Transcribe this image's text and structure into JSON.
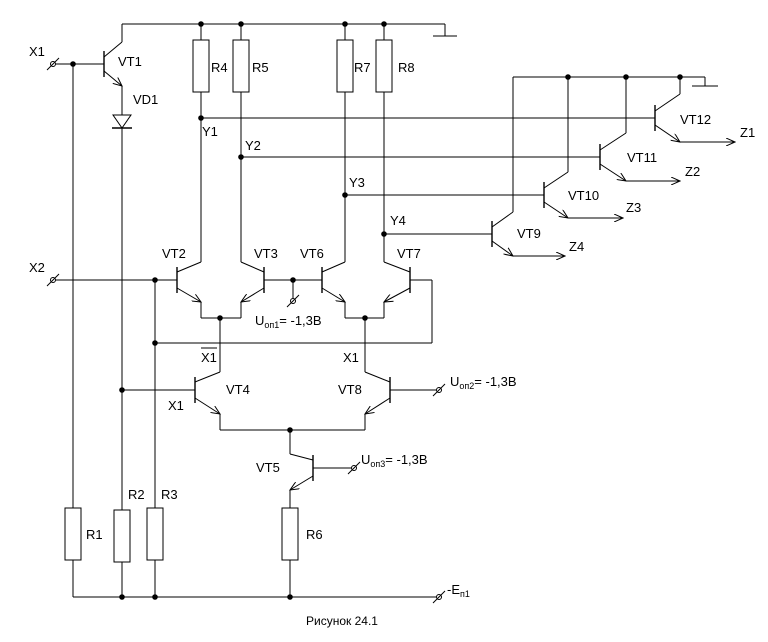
{
  "caption": "Рисунок 24.1",
  "resistors": {
    "r1": "R1",
    "r2": "R2",
    "r3": "R3",
    "r4": "R4",
    "r5": "R5",
    "r6": "R6",
    "r7": "R7",
    "r8": "R8"
  },
  "transistors": {
    "vt1": "VT1",
    "vt2": "VT2",
    "vt3": "VT3",
    "vt4": "VT4",
    "vt5": "VT5",
    "vt6": "VT6",
    "vt7": "VT7",
    "vt8": "VT8",
    "vt9": "VT9",
    "vt10": "VT10",
    "vt11": "VT11",
    "vt12": "VT12"
  },
  "diode": "VD1",
  "inputs": {
    "x1": "X1",
    "x2": "X2",
    "x1_vt4": "X1",
    "x1_bar": "X1",
    "x1_vt8": "X1"
  },
  "nodes": {
    "y1": "Y1",
    "y2": "Y2",
    "y3": "Y3",
    "y4": "Y4"
  },
  "outputs": {
    "z1": "Z1",
    "z2": "Z2",
    "z3": "Z3",
    "z4": "Z4"
  },
  "refs": {
    "u1": {
      "main": "U",
      "sub": "оп1",
      "rest": "= -1,3В"
    },
    "u2": {
      "main": "U",
      "sub": "оп2",
      "rest": "= -1,3В"
    },
    "u3": {
      "main": "U",
      "sub": "оп3",
      "rest": "= -1,3В"
    }
  },
  "supply": {
    "main": "-E",
    "sub": "п1"
  }
}
